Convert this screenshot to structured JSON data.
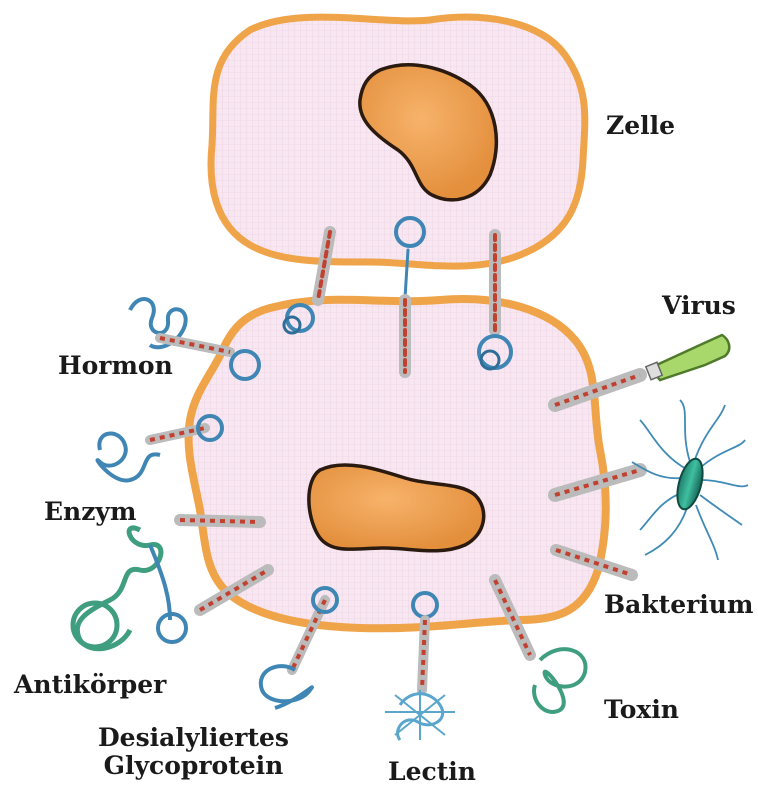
{
  "labels": {
    "zelle": "Zelle",
    "virus": "Virus",
    "hormon": "Hormon",
    "enzym": "Enzym",
    "bakterium": "Bakterium",
    "antikoerper": "Antikörper",
    "toxin": "Toxin",
    "desialyliertes_line1": "Desialyliertes",
    "desialyliertes_line2": "Glycoprotein",
    "lectin": "Lectin"
  },
  "colors": {
    "cell_fill": "#f7e4ee",
    "cell_rim": "#f0a44a",
    "nucleus_fill": "#f2a659",
    "nucleus_border": "#2b1a10",
    "protein_blue": "#3f86b5",
    "protein_green": "#3f9e7f",
    "receptor_red": "#c2402f",
    "virus_green": "#a8d86b"
  }
}
